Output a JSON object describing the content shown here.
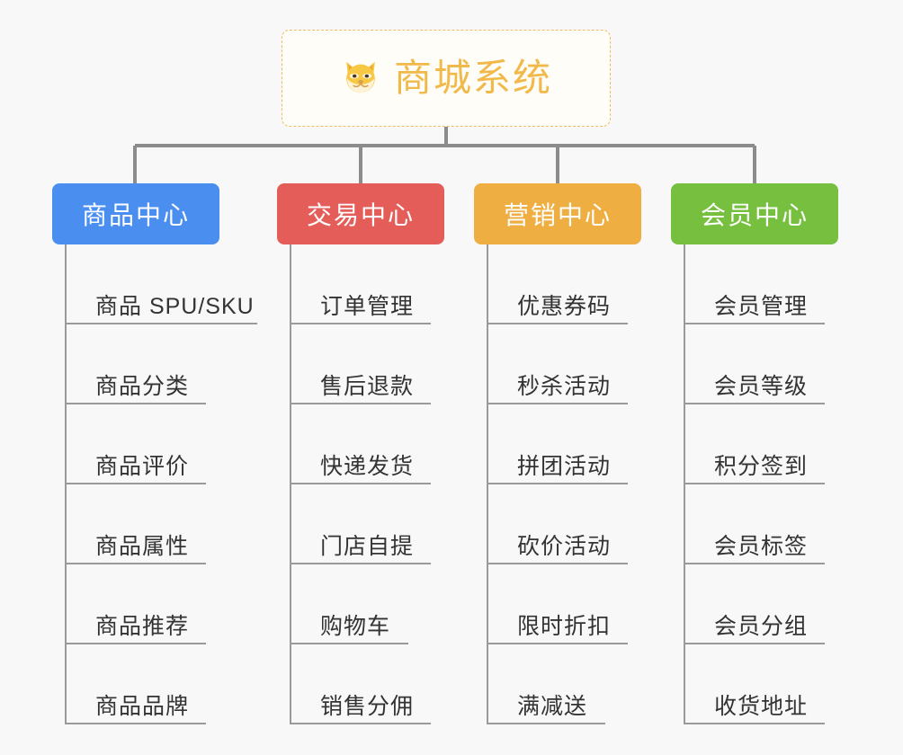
{
  "diagram": {
    "type": "org-chart",
    "background_color": "#f8f8f8",
    "connector_color": "#8c8c8c",
    "root": {
      "title": "商城系统",
      "icon": "shiba-dog-face-icon",
      "text_color": "#f0b94a",
      "border_color": "#edbb63",
      "background_color": "#fffdf8"
    },
    "branches": [
      {
        "label": "商品中心",
        "color": "#4a8ef0",
        "items": [
          "商品 SPU/SKU",
          "商品分类",
          "商品评价",
          "商品属性",
          "商品推荐",
          "商品品牌"
        ]
      },
      {
        "label": "交易中心",
        "color": "#e55d58",
        "items": [
          "订单管理",
          "售后退款",
          "快递发货",
          "门店自提",
          "购物车",
          "销售分佣"
        ]
      },
      {
        "label": "营销中心",
        "color": "#eeae41",
        "items": [
          "优惠券码",
          "秒杀活动",
          "拼团活动",
          "砍价活动",
          "限时折扣",
          "满减送"
        ]
      },
      {
        "label": "会员中心",
        "color": "#76bf3f",
        "items": [
          "会员管理",
          "会员等级",
          "积分签到",
          "会员标签",
          "会员分组",
          "收货地址"
        ]
      }
    ]
  }
}
